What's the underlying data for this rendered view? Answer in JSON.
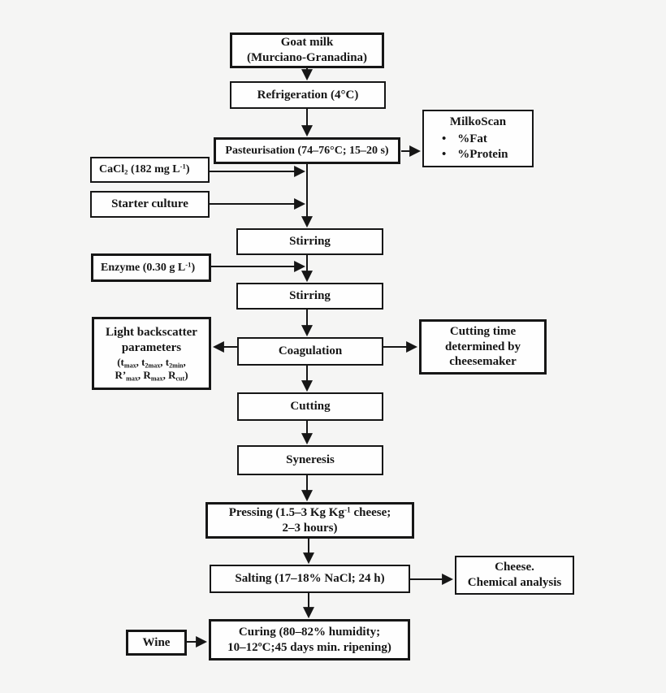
{
  "colors": {
    "page_bg": "#f5f5f4",
    "box_bg": "#fefefe",
    "ink": "#161616"
  },
  "boxes": {
    "goat_milk": {
      "line1": "Goat milk",
      "line2": "(Murciano-Granadina)"
    },
    "refrigeration": {
      "label": "Refrigeration (4°C)"
    },
    "pasteurisation": {
      "label": "Pasteurisation (74–76°C; 15–20 s)"
    },
    "milkoscan": {
      "title": "MilkoScan",
      "bullet_glyph": "•",
      "bullets": [
        "%Fat",
        "%Protein"
      ]
    },
    "cacl2": {
      "b1": "CaCl",
      "sub": "2",
      "b2": " (182 mg L",
      "sup": "-1",
      "b3": ")"
    },
    "starter_culture": {
      "label": "Starter culture"
    },
    "stirring1": {
      "label": "Stirring"
    },
    "enzyme": {
      "b1": "Enzyme (0.30 g L",
      "sup": "-1",
      "b2": ")"
    },
    "stirring2": {
      "label": "Stirring"
    },
    "light_backscatter": {
      "line1": "Light backscatter",
      "line2": "parameters",
      "p1": [
        {
          "b": "(t",
          "s": "max"
        },
        {
          "b": ", t",
          "s": "2max"
        },
        {
          "b": ", t",
          "s": "2min"
        },
        {
          "b": ","
        }
      ],
      "p2": [
        {
          "b": "R’",
          "s": "max"
        },
        {
          "b": ", R",
          "s": "max"
        },
        {
          "b": ", R",
          "s": "cut"
        },
        {
          "b": ")"
        }
      ]
    },
    "coagulation": {
      "label": "Coagulation"
    },
    "cutting_time": {
      "line1": "Cutting time",
      "line2": "determined by",
      "line3": "cheesemaker"
    },
    "cutting": {
      "label": "Cutting"
    },
    "syneresis": {
      "label": "Syneresis"
    },
    "pressing": {
      "b1": "Pressing (1.5–3 Kg Kg",
      "sup": "-1",
      "b2": " cheese;",
      "line2": "2–3 hours)"
    },
    "salting": {
      "label": "Salting (17–18% NaCl; 24 h)"
    },
    "cheese_analysis": {
      "line1": "Cheese.",
      "line2": "Chemical analysis"
    },
    "wine": {
      "label": "Wine"
    },
    "curing": {
      "line1": "Curing (80–82% humidity;",
      "line2": "10–12ºC;45 days min. ripening)"
    }
  }
}
